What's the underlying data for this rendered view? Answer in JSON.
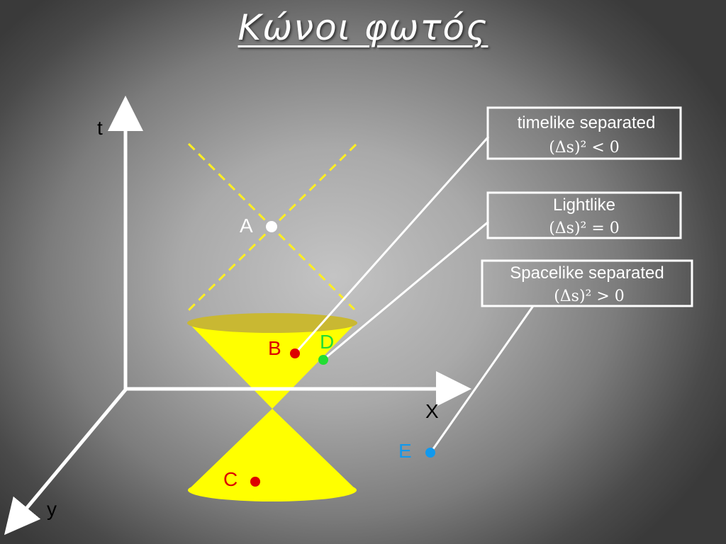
{
  "title": "Κώνοι φωτός",
  "axes": {
    "t": "t",
    "x": "X",
    "y": "y"
  },
  "events": {
    "A": "A",
    "B": "B",
    "C": "C",
    "D": "D",
    "E": "E"
  },
  "boxes": {
    "timelike": {
      "caption": "timelike separated",
      "formula": "(Δs)² < 0"
    },
    "lightlike": {
      "caption": "Lightlike",
      "formula": "(Δs)² = 0"
    },
    "spacelike": {
      "caption": "Spacelike separated",
      "formula": "(Δs)² > 0"
    }
  },
  "colors": {
    "cone_fill": "#ffff00",
    "cone_rim": "#c9b832",
    "light_lines": "#ffee22",
    "event_A": "#ffffff",
    "event_B": "#dd0000",
    "event_C": "#dd0000",
    "event_D": "#22dd33",
    "event_E": "#1199ee"
  }
}
